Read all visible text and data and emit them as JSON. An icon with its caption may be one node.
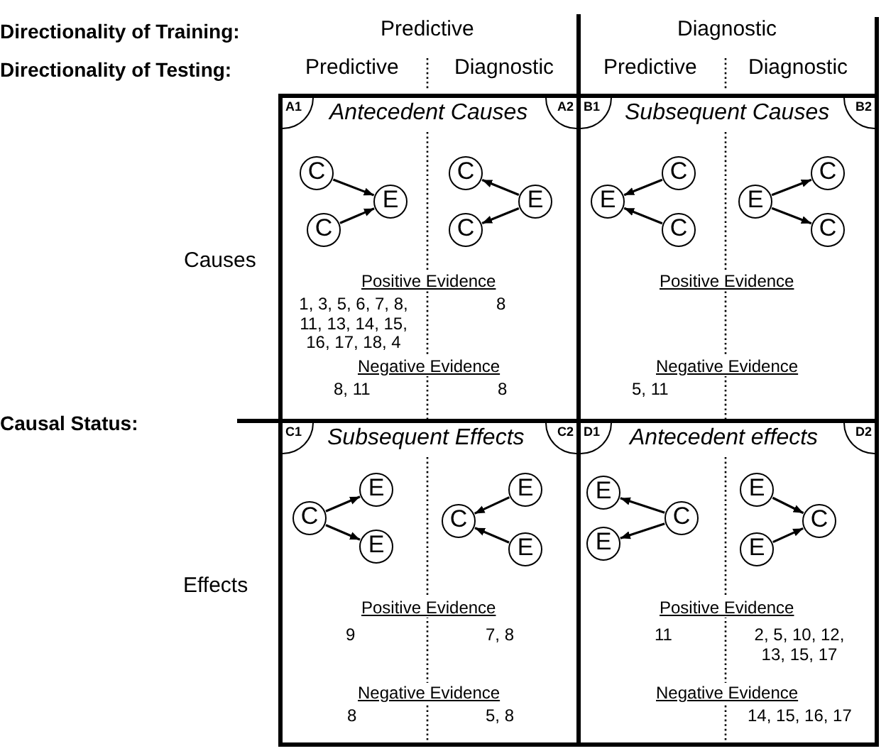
{
  "diagram": {
    "nodes": [
      {
        "text": [
          "Antecedent Causes",
          "Positive Evidence",
          "1, 3, 5, 6, 7, 8, 11, 13, 14, 15, 16, 17, 18, 4",
          "8",
          "Negative Evidence",
          "8, 11",
          "8"
        ]
      },
      {
        "text": [
          "A1"
        ],
        "in": 0
      },
      {
        "text": [
          "A2"
        ],
        "in": 0
      },
      {
        "text": [
          "C"
        ],
        "in": 0
      },
      {
        "text": [
          "E"
        ],
        "in": 0
      },
      {
        "text": [
          "C"
        ],
        "in": 0
      },
      {
        "text": [
          "C"
        ],
        "in": 0
      },
      {
        "text": [
          "E"
        ],
        "in": 0
      },
      {
        "text": [
          "C"
        ],
        "in": 0
      },
      {
        "text": [
          "Subsequent Causes",
          "Positive Evidence",
          "Negative Evidence",
          "5, 11"
        ]
      },
      {
        "text": [
          "B1"
        ],
        "in": 9
      },
      {
        "text": [
          "B2"
        ],
        "in": 9
      },
      {
        "text": [
          "C"
        ],
        "in": 9
      },
      {
        "text": [
          "E"
        ],
        "in": 9
      },
      {
        "text": [
          "C"
        ],
        "in": 9
      },
      {
        "text": [
          "C"
        ],
        "in": 9
      },
      {
        "text": [
          "E"
        ],
        "in": 9
      },
      {
        "text": [
          "C"
        ],
        "in": 9
      },
      {
        "text": [
          "Subsequent Effects",
          "Positive Evidence",
          "9",
          "7, 8",
          "Negative Evidence",
          "8",
          "5, 8"
        ]
      },
      {
        "text": [
          "C1"
        ],
        "in": 18
      },
      {
        "text": [
          "C2"
        ],
        "in": 18
      },
      {
        "text": [
          "E"
        ],
        "in": 18
      },
      {
        "text": [
          "C"
        ],
        "in": 18
      },
      {
        "text": [
          "E"
        ],
        "in": 18
      },
      {
        "text": [
          "E"
        ],
        "in": 18
      },
      {
        "text": [
          "C"
        ],
        "in": 18
      },
      {
        "text": [
          "E"
        ],
        "in": 18
      },
      {
        "text": [
          "Antecedent effects",
          "Positive Evidence",
          "11",
          "2, 5, 10, 12, 13, 15, 17",
          "Negative Evidence",
          "14, 15, 16, 17"
        ]
      },
      {
        "text": [
          "D1"
        ],
        "in": 27
      },
      {
        "text": [
          "D2"
        ],
        "in": 27
      },
      {
        "text": [
          "E"
        ],
        "in": 27
      },
      {
        "text": [
          "C"
        ],
        "in": 27
      },
      {
        "text": [
          "E"
        ],
        "in": 27
      },
      {
        "text": [
          "E"
        ],
        "in": 27
      },
      {
        "text": [
          "C"
        ],
        "in": 27
      },
      {
        "text": [
          "E"
        ],
        "in": 27
      }
    ],
    "edges": [
      {
        "from": 3,
        "to": 4,
        "arrow": "to"
      },
      {
        "from": 5,
        "to": 4,
        "arrow": "to"
      },
      {
        "from": 7,
        "to": 6,
        "arrow": "to"
      },
      {
        "from": 7,
        "to": 8,
        "arrow": "to"
      },
      {
        "from": 12,
        "to": 13,
        "arrow": "to"
      },
      {
        "from": 14,
        "to": 13,
        "arrow": "to"
      },
      {
        "from": 16,
        "to": 15,
        "arrow": "to"
      },
      {
        "from": 16,
        "to": 17,
        "arrow": "to"
      },
      {
        "from": 22,
        "to": 21,
        "arrow": "to"
      },
      {
        "from": 22,
        "to": 23,
        "arrow": "to"
      },
      {
        "from": 24,
        "to": 25,
        "arrow": "to"
      },
      {
        "from": 26,
        "to": 25,
        "arrow": "to"
      },
      {
        "from": 31,
        "to": 30,
        "arrow": "to"
      },
      {
        "from": 31,
        "to": 32,
        "arrow": "to"
      },
      {
        "from": 33,
        "to": 34,
        "arrow": "to"
      },
      {
        "from": 35,
        "to": 34,
        "arrow": "to"
      }
    ],
    "labels": [
      "Directionality of Training:",
      "Predictive",
      "Diagnostic",
      "Directionality of Testing:",
      "Predictive",
      "Diagnostic",
      "Predictive",
      "Diagnostic",
      "Causes",
      "Causal Status:",
      "Effects"
    ]
  }
}
